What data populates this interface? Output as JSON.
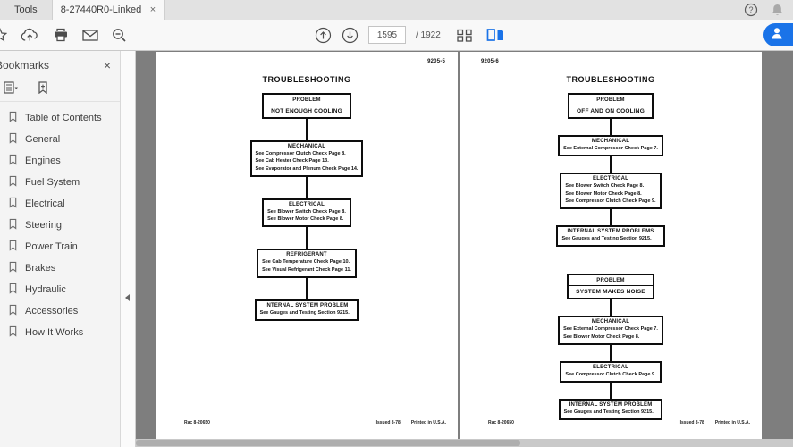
{
  "window": {
    "tabs": [
      {
        "label": "Tools"
      },
      {
        "label": "8-27440R0-Linked ...",
        "close": "×"
      }
    ]
  },
  "toolbar": {
    "page_current": "1595",
    "page_total_label": "/ 1922"
  },
  "sidebar": {
    "title": "Bookmarks",
    "close": "×",
    "items": [
      "Table of Contents",
      "General",
      "Engines",
      "Fuel System",
      "Electrical",
      "Steering",
      "Power Train",
      "Brakes",
      "Hydraulic",
      "Accessories",
      "How It Works"
    ]
  },
  "pages": [
    {
      "page_ref": "9205-5",
      "title": "TROUBLESHOOTING",
      "flows": [
        {
          "problem_label": "PROBLEM",
          "problem": "NOT ENOUGH COOLING",
          "steps": [
            {
              "header": "MECHANICAL",
              "lines": [
                "See Compressor Clutch Check Page 8.",
                "See Cab Heater Check Page 13.",
                "See Evaporator and Plenum Check Page 14."
              ]
            },
            {
              "header": "ELECTRICAL",
              "lines": [
                "See Blower Switch Check Page 8.",
                "See Blower Motor Check Page 8."
              ]
            },
            {
              "header": "REFRIGERANT",
              "lines": [
                "See Cab Temperature Check Page 10.",
                "See Visual Refrigerant Check Page 11."
              ]
            },
            {
              "header": "INTERNAL SYSTEM PROBLEM",
              "lines": [
                "See Gauges and Testing Section 9215."
              ]
            }
          ]
        }
      ],
      "footer": {
        "left": "Rac 8-20650",
        "issued": "Issued 8-78",
        "printed": "Printed in U.S.A."
      }
    },
    {
      "page_ref": "9205-6",
      "title": "TROUBLESHOOTING",
      "flows": [
        {
          "problem_label": "PROBLEM",
          "problem": "OFF AND ON COOLING",
          "steps": [
            {
              "header": "MECHANICAL",
              "lines": [
                "See External Compressor Check Page 7."
              ]
            },
            {
              "header": "ELECTRICAL",
              "lines": [
                "See Blower Switch Check Page 8.",
                "See Blower Motor Check Page 8.",
                "See Compressor Clutch Check Page 9."
              ]
            },
            {
              "header": "INTERNAL SYSTEM PROBLEMS",
              "lines": [
                "See Gauges and Testing Section 9215."
              ]
            }
          ]
        },
        {
          "problem_label": "PROBLEM",
          "problem": "SYSTEM MAKES NOISE",
          "steps": [
            {
              "header": "MECHANICAL",
              "lines": [
                "See External Compressor Check Page 7.",
                "See Blower Motor Check Page 8."
              ]
            },
            {
              "header": "ELECTRICAL",
              "lines": [
                "See Compressor Clutch Check Page 9."
              ]
            },
            {
              "header": "INTERNAL SYSTEM PROBLEM",
              "lines": [
                "See Gauges and Testing Section 9215."
              ]
            }
          ]
        }
      ],
      "footer": {
        "left": "Rac 8-20650",
        "issued": "Issued 8-78",
        "printed": "Printed in U.S.A."
      }
    }
  ],
  "icons": [
    "star-icon",
    "cloud-upload-icon",
    "print-icon",
    "email-icon",
    "zoom-out-icon",
    "previous-page-icon",
    "next-page-icon",
    "page-display-icon",
    "two-page-view-icon",
    "help-icon",
    "notifications-icon",
    "account-icon",
    "bookmark-options-icon",
    "new-bookmark-icon",
    "bookmark-icon",
    "close-icon",
    "collapse-panel-icon"
  ],
  "colors": {
    "accent_blue": "#1a73e8",
    "canvas_gray": "#7e7e7e",
    "page_white": "#ffffff"
  }
}
